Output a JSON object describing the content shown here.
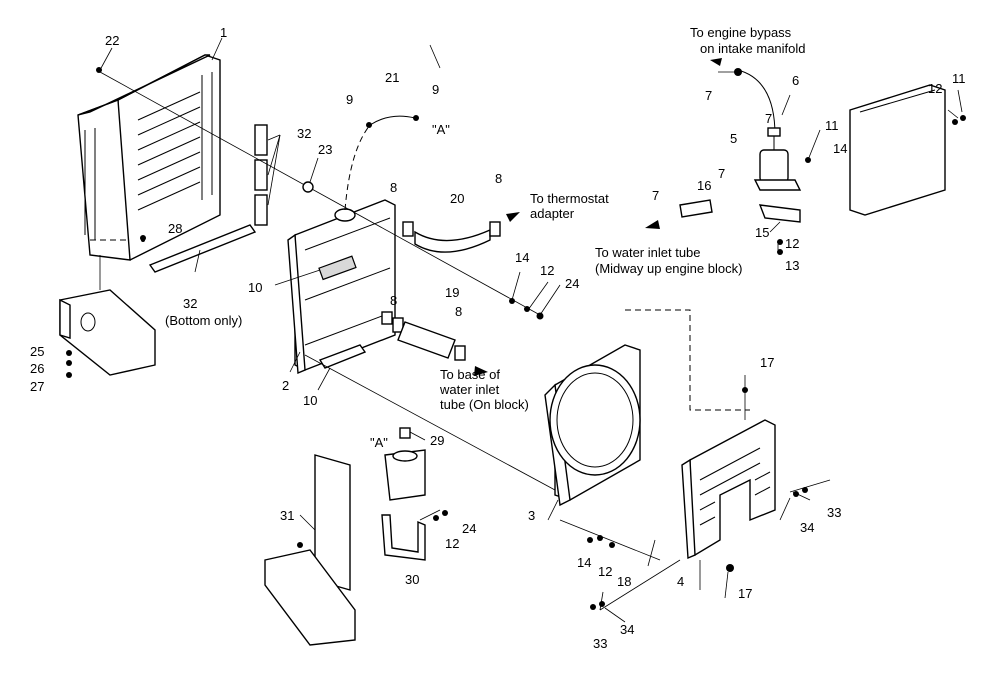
{
  "labels": {
    "l1": "1",
    "l2": "2",
    "l3": "3",
    "l4": "4",
    "l5": "5",
    "l6": "6",
    "l7a": "7",
    "l7b": "7",
    "l7c": "7",
    "l7d": "7",
    "l8a": "8",
    "l8b": "8",
    "l8c": "8",
    "l8d": "8",
    "l9a": "9",
    "l9b": "9",
    "l10a": "10",
    "l10b": "10",
    "l11a": "11",
    "l11b": "11",
    "l12a": "12",
    "l12b": "12",
    "l12c": "12",
    "l12d": "12",
    "l12e": "12",
    "l13": "13",
    "l14a": "14",
    "l14b": "14",
    "l14c": "14",
    "l15": "15",
    "l16": "16",
    "l17a": "17",
    "l17b": "17",
    "l18": "18",
    "l19": "19",
    "l20": "20",
    "l21": "21",
    "l22": "22",
    "l23": "23",
    "l24a": "24",
    "l24b": "24",
    "l25": "25",
    "l26": "26",
    "l27": "27",
    "l28": "28",
    "l29": "29",
    "l30": "30",
    "l31": "31",
    "l32a": "32",
    "l32b": "32",
    "l33a": "33",
    "l33b": "33",
    "l34a": "34",
    "l34b": "34",
    "refA1": "\"A\"",
    "refA2": "\"A\""
  },
  "notes": {
    "bypass_1": "To engine bypass",
    "bypass_2": "on intake manifold",
    "thermostat_1": "To thermostat",
    "thermostat_2": "adapter",
    "inlet_1": "To water inlet tube",
    "inlet_2": "(Midway up engine block)",
    "bottom_only": "(Bottom only)",
    "base_1": "To base of",
    "base_2": "water inlet",
    "base_3": "tube (On block)"
  }
}
